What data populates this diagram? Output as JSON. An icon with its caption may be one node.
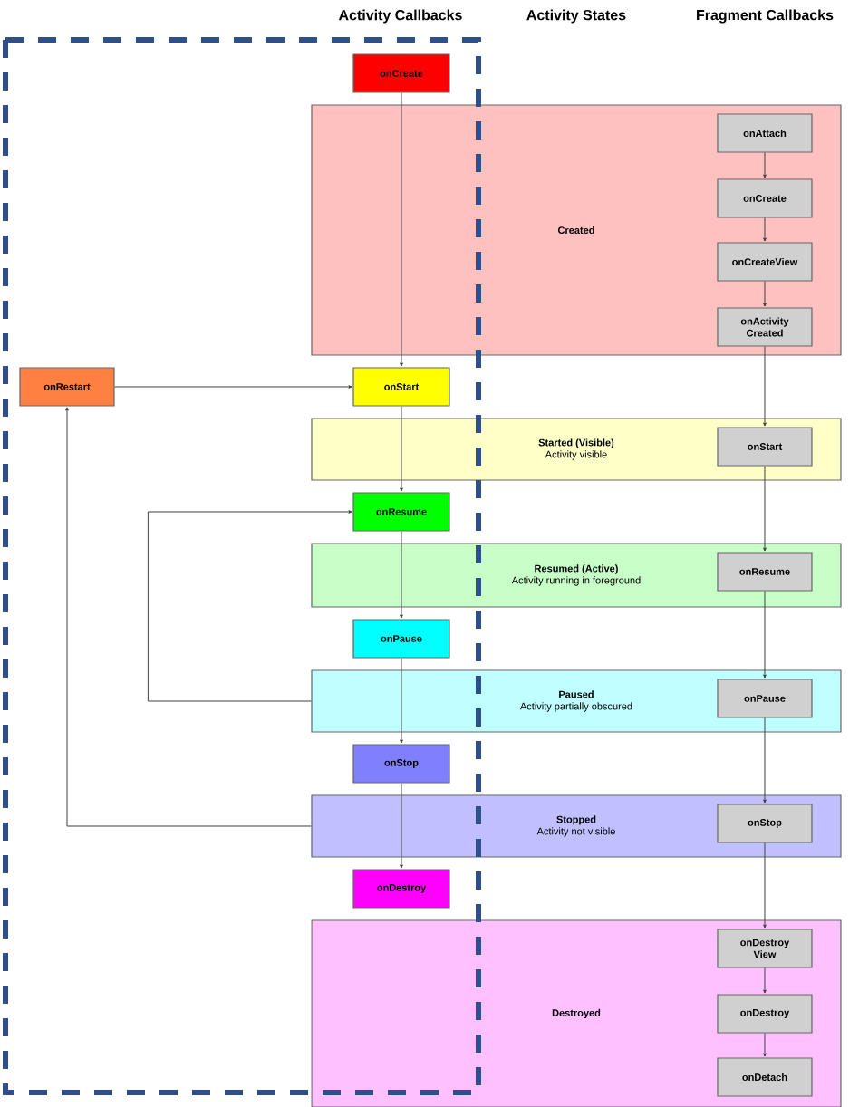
{
  "diagram": {
    "nodes": [
      {
        "text": [
          "onCreate"
        ]
      },
      {
        "text": [
          "Created"
        ]
      },
      {
        "text": [
          "onAttach"
        ],
        "in": 1
      },
      {
        "text": [
          "onCreate"
        ],
        "in": 1
      },
      {
        "text": [
          "onCreateView"
        ],
        "in": 1
      },
      {
        "text": [
          "onActivity Created"
        ],
        "in": 1
      },
      {
        "text": [
          "onRestart"
        ]
      },
      {
        "text": [
          "onStart"
        ]
      },
      {
        "text": [
          "Started (Visible)",
          "Activity visible"
        ]
      },
      {
        "text": [
          "onStart"
        ],
        "in": 8
      },
      {
        "text": [
          "onResume"
        ]
      },
      {
        "text": [
          "Resumed (Active)",
          "Activity running in foreground"
        ]
      },
      {
        "text": [
          "onResume"
        ],
        "in": 11
      },
      {
        "text": [
          "onPause"
        ]
      },
      {
        "text": [
          "Paused",
          "Activity partially obscured"
        ]
      },
      {
        "text": [
          "onPause"
        ],
        "in": 14
      },
      {
        "text": [
          "onStop"
        ]
      },
      {
        "text": [
          "Stopped",
          "Activity not visible"
        ]
      },
      {
        "text": [
          "onStop"
        ],
        "in": 17
      },
      {
        "text": [
          "onDestroy"
        ]
      },
      {
        "text": [
          "Destroyed"
        ]
      },
      {
        "text": [
          "onDestroy View"
        ],
        "in": 20
      },
      {
        "text": [
          "onDestroy"
        ],
        "in": 20
      },
      {
        "text": [
          "onDetach"
        ],
        "in": 20
      }
    ],
    "edges": [
      {
        "from": 0,
        "to": 7,
        "arrow": "to"
      },
      {
        "from": 6,
        "to": 7,
        "arrow": "to"
      },
      {
        "from": 7,
        "to": 10,
        "arrow": "to"
      },
      {
        "from": 10,
        "to": 13,
        "arrow": "to"
      },
      {
        "from": 13,
        "to": 16,
        "arrow": "to"
      },
      {
        "from": 16,
        "to": 19,
        "arrow": "to"
      },
      {
        "from": 14,
        "to": 10,
        "arrow": "to"
      },
      {
        "from": 17,
        "to": 6,
        "arrow": "to"
      },
      {
        "from": 2,
        "to": 3,
        "arrow": "to"
      },
      {
        "from": 3,
        "to": 4,
        "arrow": "to"
      },
      {
        "from": 4,
        "to": 5,
        "arrow": "to"
      },
      {
        "from": 5,
        "to": 9,
        "arrow": "to"
      },
      {
        "from": 9,
        "to": 12,
        "arrow": "to"
      },
      {
        "from": 12,
        "to": 15,
        "arrow": "to"
      },
      {
        "from": 15,
        "to": 18,
        "arrow": "to"
      },
      {
        "from": 18,
        "to": 21,
        "arrow": "to"
      },
      {
        "from": 21,
        "to": 22,
        "arrow": "to"
      },
      {
        "from": 22,
        "to": 23,
        "arrow": "to"
      }
    ],
    "labels": [
      "Activity Callbacks",
      "Activity States",
      "Fragment Callbacks"
    ]
  }
}
